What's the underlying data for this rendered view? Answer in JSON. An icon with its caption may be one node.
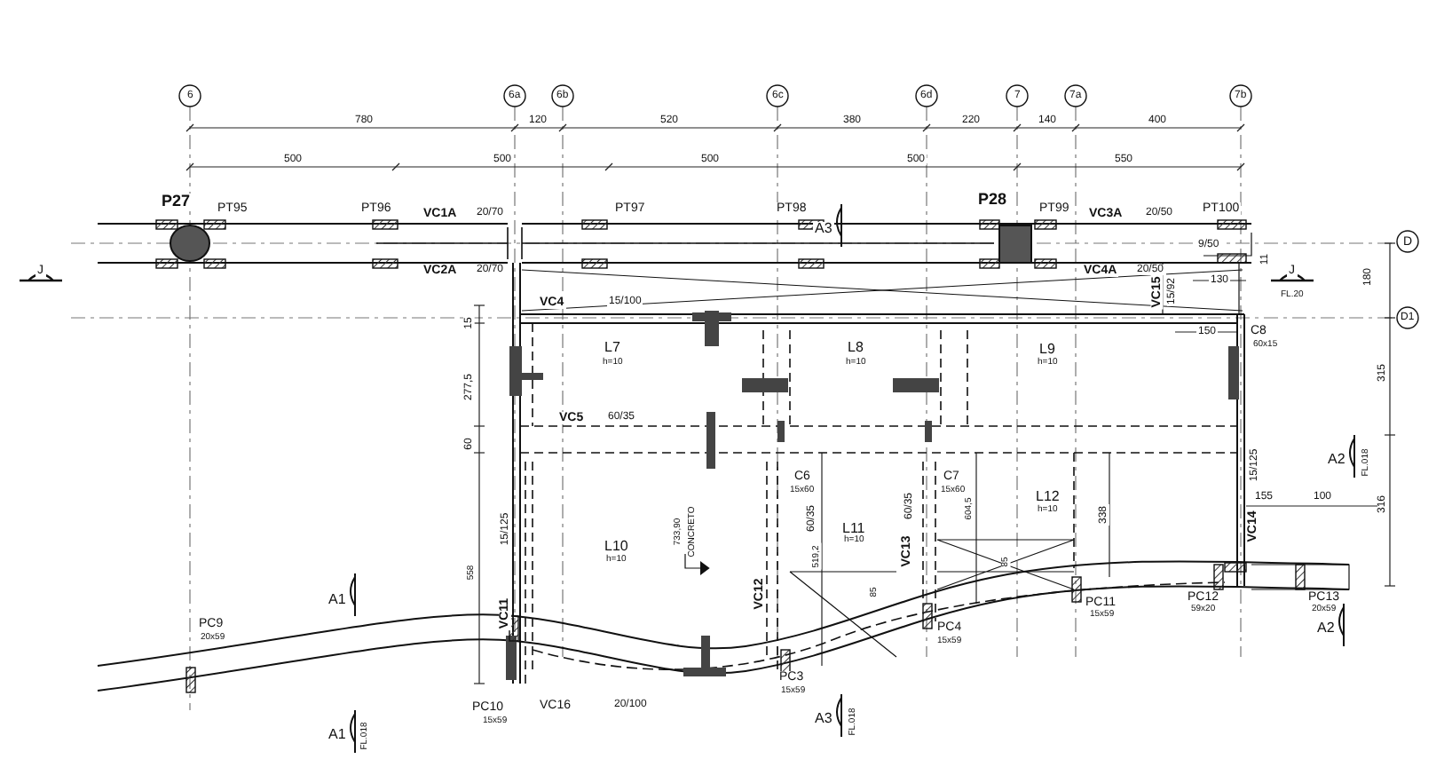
{
  "diagram": {
    "labels": [
      "6",
      "6a",
      "6b",
      "6c",
      "6d",
      "7",
      "7a",
      "7b",
      "780",
      "120",
      "520",
      "380",
      "220",
      "140",
      "400",
      "500",
      "500",
      "500",
      "500",
      "550",
      "P27",
      "PT95",
      "PT96",
      "VC1A",
      "20/70",
      "PT97",
      "A3",
      "PT98",
      "P28",
      "PT99",
      "VC3A",
      "20/50",
      "PT100",
      "D",
      "VC2A",
      "20/70",
      "9/50",
      "VC4A",
      "20/50",
      "11",
      "J",
      "J",
      "FL.20",
      "130",
      "180",
      "VC15",
      "15/92",
      "VC4",
      "15/100",
      "15",
      "150",
      "C8",
      "60x15",
      "D1",
      "L7",
      "h=10",
      "L8",
      "h=10",
      "L9",
      "h=10",
      "277,5",
      "315",
      "VC5",
      "60/35",
      "60",
      "C6",
      "15x60",
      "C7",
      "15x60",
      "A2",
      "FL.018",
      "L12",
      "h=10",
      "338",
      "15/125",
      "155",
      "100",
      "316",
      "733,90",
      "CONCRETO",
      "60/35",
      "604,5",
      "L10",
      "h=10",
      "L11",
      "h=10",
      "VC13",
      "60/35",
      "519,2",
      "85",
      "85",
      "15/125",
      "558",
      "VC14",
      "VC12",
      "A1",
      "VC11",
      "PC11",
      "15x59",
      "PC12",
      "59x20",
      "PC13",
      "20x59",
      "PC9",
      "20x59",
      "PC4",
      "15x59",
      "A2",
      "PC3",
      "15x59",
      "PC10",
      "15x59",
      "VC16",
      "20/100",
      "A3",
      "FL.018",
      "A1",
      "FL.018"
    ]
  }
}
